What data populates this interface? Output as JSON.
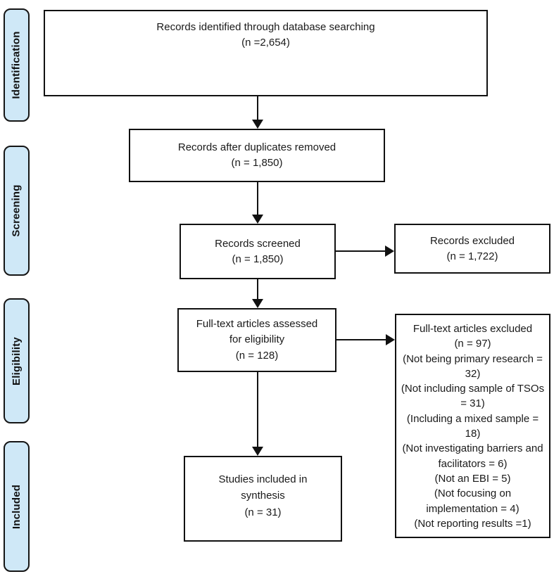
{
  "colors": {
    "stage_fill": "#cfe8f7",
    "line_color": "#111111",
    "box_fill": "#ffffff"
  },
  "stages": [
    {
      "label": "Identification"
    },
    {
      "label": "Screening"
    },
    {
      "label": "Eligibility"
    },
    {
      "label": "Included"
    }
  ],
  "boxes": {
    "identified": {
      "lines": [
        "Records identified through database searching",
        "(n =2,654)"
      ]
    },
    "duplicates_removed": {
      "lines": [
        "Records after duplicates removed",
        "(n = 1,850)"
      ]
    },
    "screened": {
      "lines": [
        "Records screened",
        "(n = 1,850)"
      ]
    },
    "records_excluded": {
      "lines": [
        "Records excluded",
        "(n = 1,722)"
      ]
    },
    "fulltext_assessed": {
      "lines": [
        "Full-text articles assessed",
        "for eligibility",
        "(n = 128)"
      ]
    },
    "fulltext_excluded": {
      "lines": [
        "Full-text articles excluded",
        "(n = 97)",
        "(Not being primary research = 32)",
        "(Not including sample of TSOs = 31)",
        "(Including a mixed sample = 18)",
        "(Not investigating barriers and facilitators = 6)",
        "(Not an EBI = 5)",
        "(Not focusing on implementation = 4)",
        "(Not reporting results =1)"
      ]
    },
    "included_synthesis": {
      "lines": [
        "Studies included in",
        "synthesis",
        "(n = 31)"
      ]
    }
  }
}
